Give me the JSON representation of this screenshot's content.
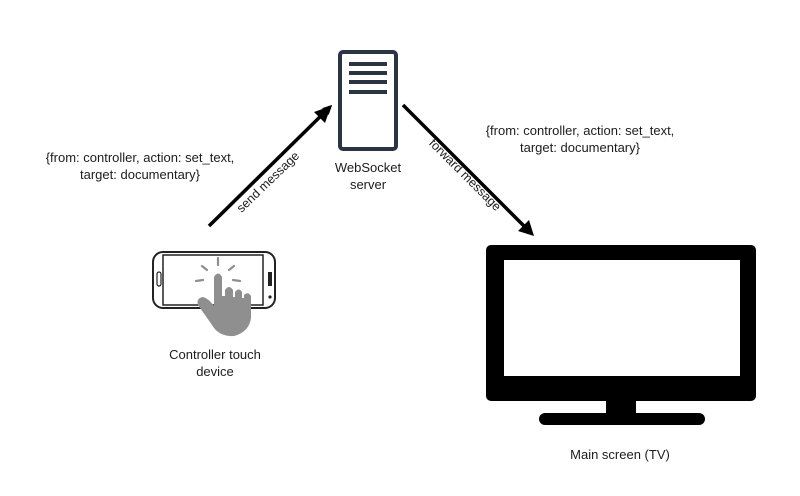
{
  "nodes": {
    "server": {
      "label_line1": "WebSocket",
      "label_line2": "server",
      "icon": "server-icon"
    },
    "controller": {
      "label_line1": "Controller touch",
      "label_line2": "device",
      "icon": "touch-phone-icon"
    },
    "tv": {
      "label": "Main screen (TV)",
      "icon": "tv-icon"
    }
  },
  "edges": {
    "send": {
      "label": "send message",
      "from": "controller",
      "to": "server"
    },
    "forward": {
      "label": "forward message",
      "from": "server",
      "to": "tv"
    }
  },
  "messages": {
    "left": {
      "line1": "{from: controller, action: set_text,",
      "line2": "target: documentary}"
    },
    "right": {
      "line1": "{from: controller, action: set_text,",
      "line2": "target: documentary}"
    }
  },
  "colors": {
    "server_stroke": "#2b3442",
    "hand_fill": "#8f8f8f",
    "line": "#000000"
  }
}
